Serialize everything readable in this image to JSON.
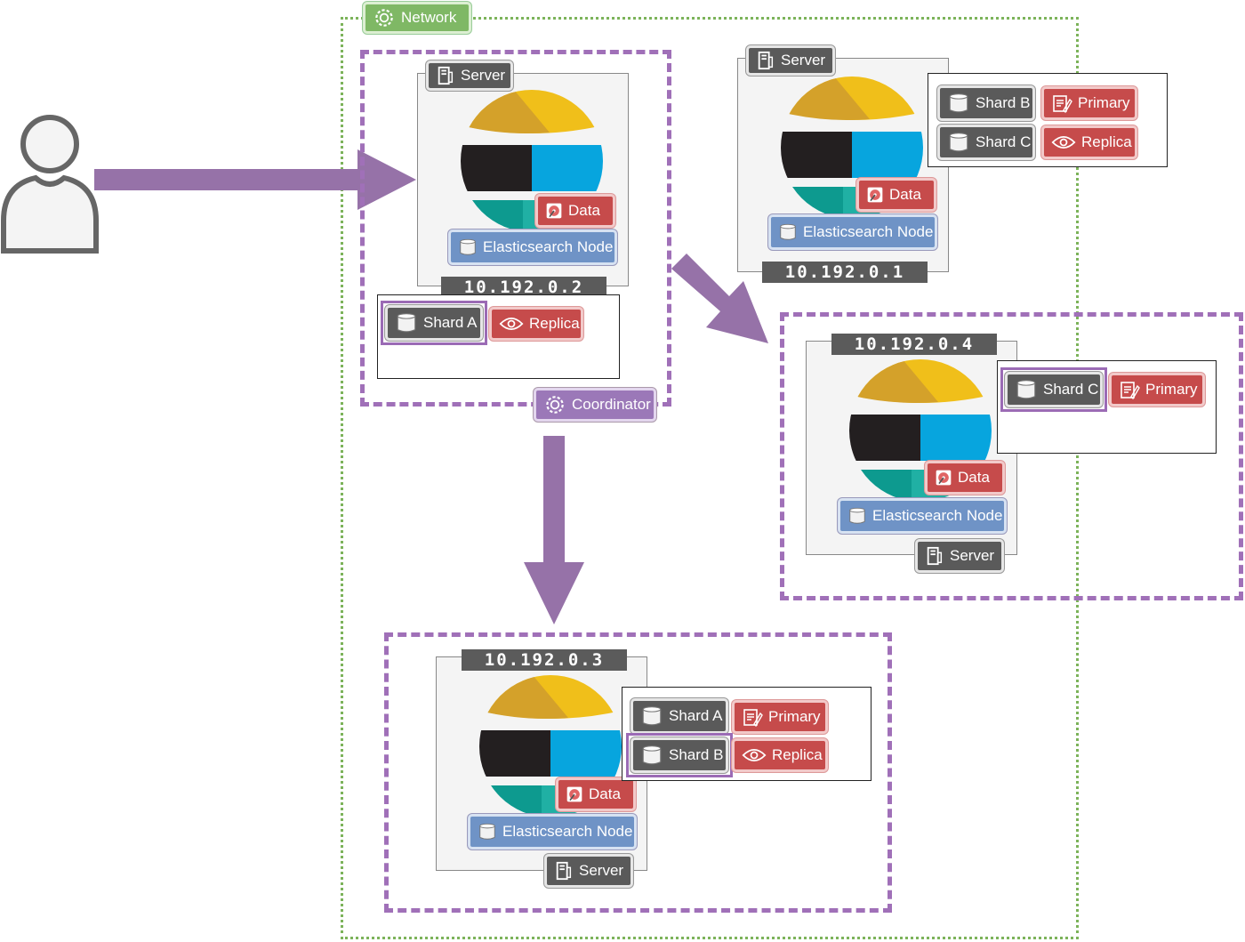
{
  "network": {
    "label": "Network"
  },
  "coordinator": {
    "label": "Coordinator"
  },
  "colors": {
    "network": "#7cb35a",
    "group": "#a070b8",
    "arrow": "#9672a8",
    "es_yellow": "#f0bf1a",
    "es_black": "#231f20",
    "es_blue": "#07a5de",
    "es_teal": "#24bbb1"
  },
  "nodes": [
    {
      "ip": "10.192.0.2",
      "server_label": "Server",
      "role_label": "Data",
      "node_label": "Elasticsearch Node",
      "shards": [
        {
          "name": "Shard A",
          "role": "Replica",
          "role_icon": "eye-icon"
        }
      ]
    },
    {
      "ip": "10.192.0.1",
      "server_label": "Server",
      "role_label": "Data",
      "node_label": "Elasticsearch Node",
      "shards": [
        {
          "name": "Shard B",
          "role": "Primary",
          "role_icon": "document-icon"
        },
        {
          "name": "Shard C",
          "role": "Replica",
          "role_icon": "eye-icon"
        }
      ]
    },
    {
      "ip": "10.192.0.4",
      "server_label": "Server",
      "role_label": "Data",
      "node_label": "Elasticsearch Node",
      "shards": [
        {
          "name": "Shard C",
          "role": "Primary",
          "role_icon": "document-icon"
        }
      ]
    },
    {
      "ip": "10.192.0.3",
      "server_label": "Server",
      "role_label": "Data",
      "node_label": "Elasticsearch Node",
      "shards": [
        {
          "name": "Shard A",
          "role": "Primary",
          "role_icon": "document-icon"
        },
        {
          "name": "Shard B",
          "role": "Replica",
          "role_icon": "eye-icon"
        }
      ]
    }
  ]
}
